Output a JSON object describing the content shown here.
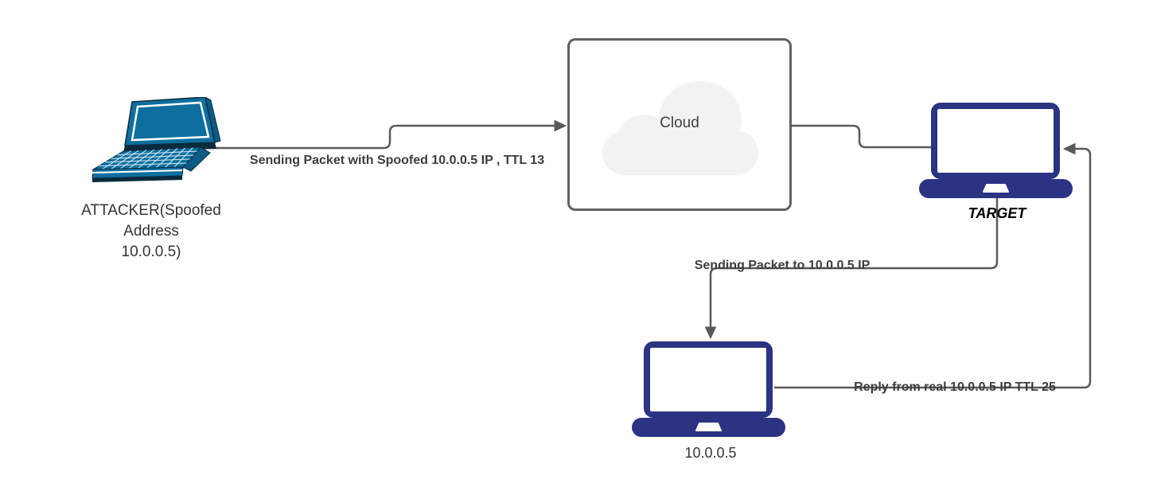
{
  "diagram": {
    "type": "network-flow-diagram",
    "topic": "IP spoofing / TTL packet flow",
    "nodes": {
      "attacker": {
        "id": "attacker",
        "icon": "laptop-perspective-icon",
        "label": "ATTACKER(Spoofed\nAddress\n10.0.0.5)"
      },
      "cloud": {
        "id": "cloud",
        "icon": "cloud-icon",
        "label": "Cloud"
      },
      "target": {
        "id": "target",
        "icon": "laptop-front-icon",
        "label": "TARGET"
      },
      "real_host": {
        "id": "real_host",
        "icon": "laptop-front-icon",
        "label": "10.0.0.5"
      }
    },
    "edges": [
      {
        "from": "attacker",
        "to": "cloud",
        "direction": "right",
        "label": "Sending Packet with Spoofed 10.0.0.5 IP , TTL 13"
      },
      {
        "from": "cloud",
        "to": "target",
        "direction": "right",
        "label": ""
      },
      {
        "from": "target",
        "to": "real_host",
        "direction": "down",
        "label": "Sending Packet to 10.0.0.5 IP"
      },
      {
        "from": "real_host",
        "to": "target",
        "direction": "left",
        "label": "Reply from real 10.0.0.5 IP TTL 25"
      }
    ],
    "colors": {
      "attacker_laptop": "#0e6f9f",
      "attacker_laptop_dark": "#0a2a3d",
      "navy_laptop": "#2b3383",
      "connector_line": "#595959",
      "cloud_box_border": "#616161",
      "cloud_fill": "#f2f2f2",
      "label_text": "#343434",
      "edge_label_text": "#3d3d3d",
      "background": "#ffffff"
    }
  }
}
